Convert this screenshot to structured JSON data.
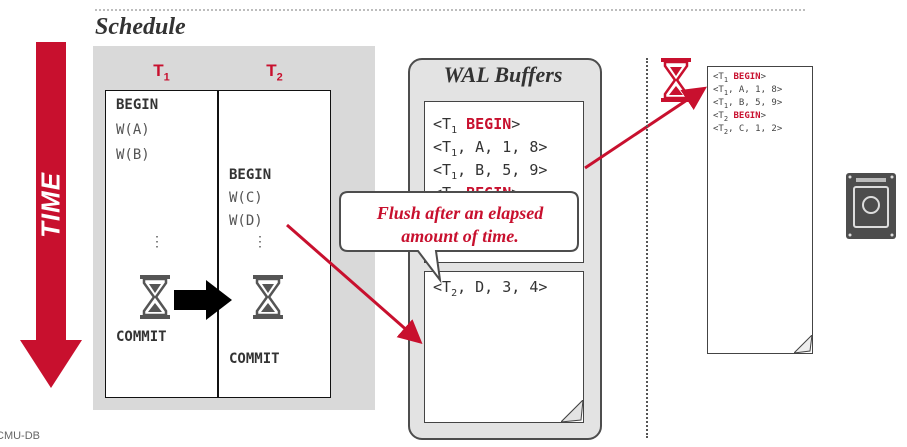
{
  "schedule": {
    "title": "Schedule",
    "time_label": "TIME",
    "columns": [
      {
        "label": "T",
        "sub": "1"
      },
      {
        "label": "T",
        "sub": "2"
      }
    ],
    "t1_ops": [
      "BEGIN",
      "W(A)",
      "W(B)"
    ],
    "t2_ops": [
      "BEGIN",
      "W(C)",
      "W(D)"
    ],
    "ellipsis": "⋮",
    "commit_label": "COMMIT"
  },
  "wal": {
    "title": "WAL Buffers",
    "buffer1": [
      {
        "pre": "<T",
        "sub": "1",
        "mid": " ",
        "key": "BEGIN",
        "post": ">"
      },
      {
        "pre": "<T",
        "sub": "1",
        "mid": ", A, 1, 8>",
        "key": "",
        "post": ""
      },
      {
        "pre": "<T",
        "sub": "1",
        "mid": ", B, 5, 9>",
        "key": "",
        "post": ""
      },
      {
        "pre": "<T",
        "sub": "2",
        "mid": " ",
        "key": "BEGIN",
        "post": ">"
      }
    ],
    "buffer2": [
      {
        "pre": "<T",
        "sub": "2",
        "mid": ", D, 3, 4>",
        "key": "",
        "post": ""
      }
    ]
  },
  "callout": {
    "line1": "Flush after an elapsed",
    "line2": "amount of time."
  },
  "log_file": [
    {
      "pre": "<T",
      "sub": "1",
      "mid": " ",
      "key": "BEGIN",
      "post": ">"
    },
    {
      "pre": "<T",
      "sub": "1",
      "mid": ", A, 1, 8>",
      "key": "",
      "post": ""
    },
    {
      "pre": "<T",
      "sub": "1",
      "mid": ", B, 5, 9>",
      "key": "",
      "post": ""
    },
    {
      "pre": "<T",
      "sub": "2",
      "mid": " ",
      "key": "BEGIN",
      "post": ">"
    },
    {
      "pre": "<T",
      "sub": "2",
      "mid": ", C, 1, 2>",
      "key": "",
      "post": ""
    }
  ],
  "footer": "CMU-DB",
  "colors": {
    "accent": "#c8102e",
    "panel": "#d9d9d9",
    "wal_panel": "#e3e3e3"
  },
  "icons": [
    "hourglass-icon",
    "right-arrow-icon",
    "disk-icon"
  ]
}
